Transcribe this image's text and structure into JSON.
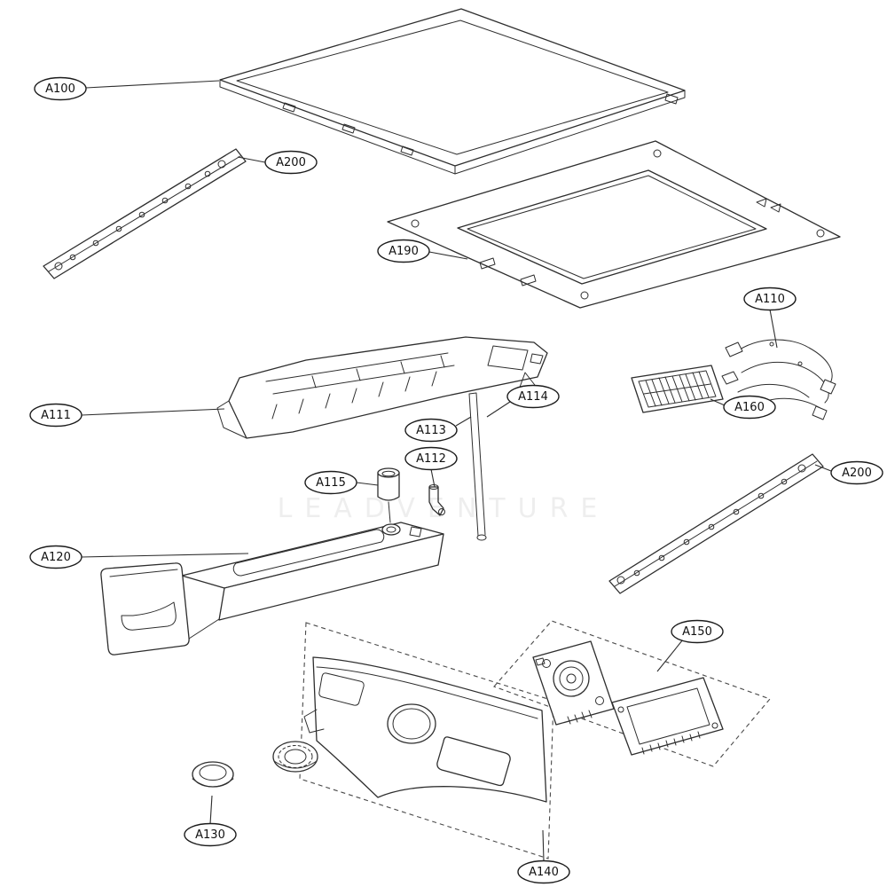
{
  "page": {
    "background_color": "#ffffff",
    "line_color": "#2e2e2e",
    "description": "Exploded parts diagram with callout labels"
  },
  "watermark": {
    "text": "LEADVENTURE"
  },
  "callouts": {
    "a100": "A100",
    "a200_left": "A200",
    "a190": "A190",
    "a110": "A110",
    "a160": "A160",
    "a111": "A111",
    "a114": "A114",
    "a113": "A113",
    "a112": "A112",
    "a115": "A115",
    "a200_right": "A200",
    "a120": "A120",
    "a150": "A150",
    "a130": "A130",
    "a140": "A140"
  }
}
